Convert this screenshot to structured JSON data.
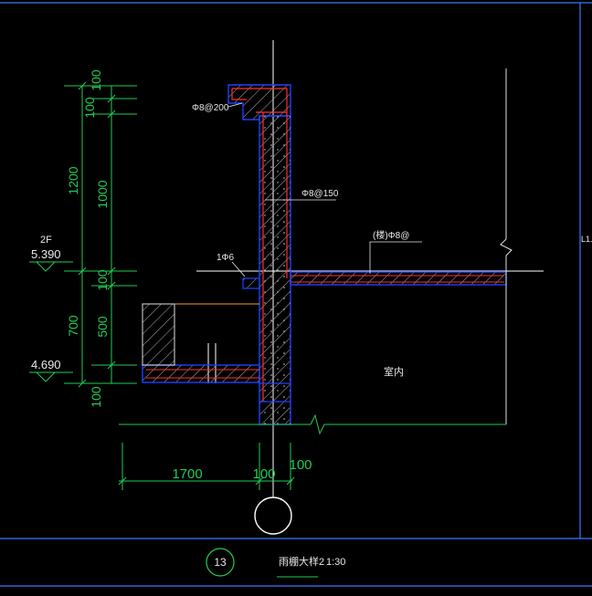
{
  "colors": {
    "background": "#000000",
    "frame": "#3a78ff",
    "dimension": "#22cc55",
    "concrete": "#ff3030",
    "outline_blue": "#2040ff",
    "hatch": "#c0c0c0",
    "annotation": "#e8e8e8",
    "ground": "#22cc55",
    "axis": "#ffffff",
    "orange": "#ff9922"
  },
  "dimensions": {
    "left_chain": [
      "100",
      "100",
      "1200",
      "1000",
      "100",
      "700",
      "500",
      "100"
    ],
    "bottom_chain": [
      "1700",
      "100",
      "100"
    ]
  },
  "levels": {
    "floor_label": "2F",
    "upper": "5.390",
    "lower": "4.690"
  },
  "rebar": {
    "top": "Φ8@200",
    "wall": "Φ8@150",
    "corner": "1Φ6",
    "slab": "(楼)Φ8@"
  },
  "room_label": "室内",
  "right_edge_label": "L1.",
  "title": {
    "detail_number": "13",
    "name": "雨棚大样2",
    "scale": "1:30"
  }
}
